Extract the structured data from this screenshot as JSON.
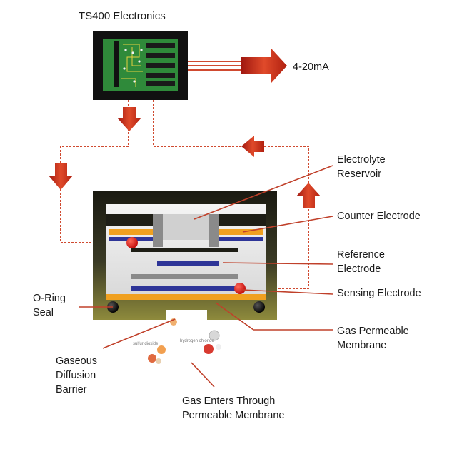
{
  "title": "TS400 Electronics",
  "output_label": "4-20mA",
  "labels": {
    "electrolyte_reservoir": [
      "Electrolyte",
      "Reservoir"
    ],
    "counter_electrode": [
      "Counter Electrode"
    ],
    "reference_electrode": [
      "Reference",
      "Electrode"
    ],
    "sensing_electrode": [
      "Sensing Electrode"
    ],
    "o_ring_seal": [
      "O-Ring",
      "Seal"
    ],
    "gas_permeable_membrane": [
      "Gas Permeable",
      "Membrane"
    ],
    "gaseous_diffusion_barrier": [
      "Gaseous",
      "Diffusion",
      "Barrier"
    ],
    "gas_enters": [
      "Gas Enters Through",
      "Permeable Membrane"
    ]
  },
  "colors": {
    "arrow_red": "#c8321e",
    "wire_red": "#d04a30",
    "housing_dark": "#1e1e16",
    "electrode_orange": "#f0a020",
    "electrode_blue": "#2e3598",
    "electrode_gray": "#8a8a8a",
    "pcb_green": "#2f8a3a",
    "contact_red": "#e01818"
  }
}
